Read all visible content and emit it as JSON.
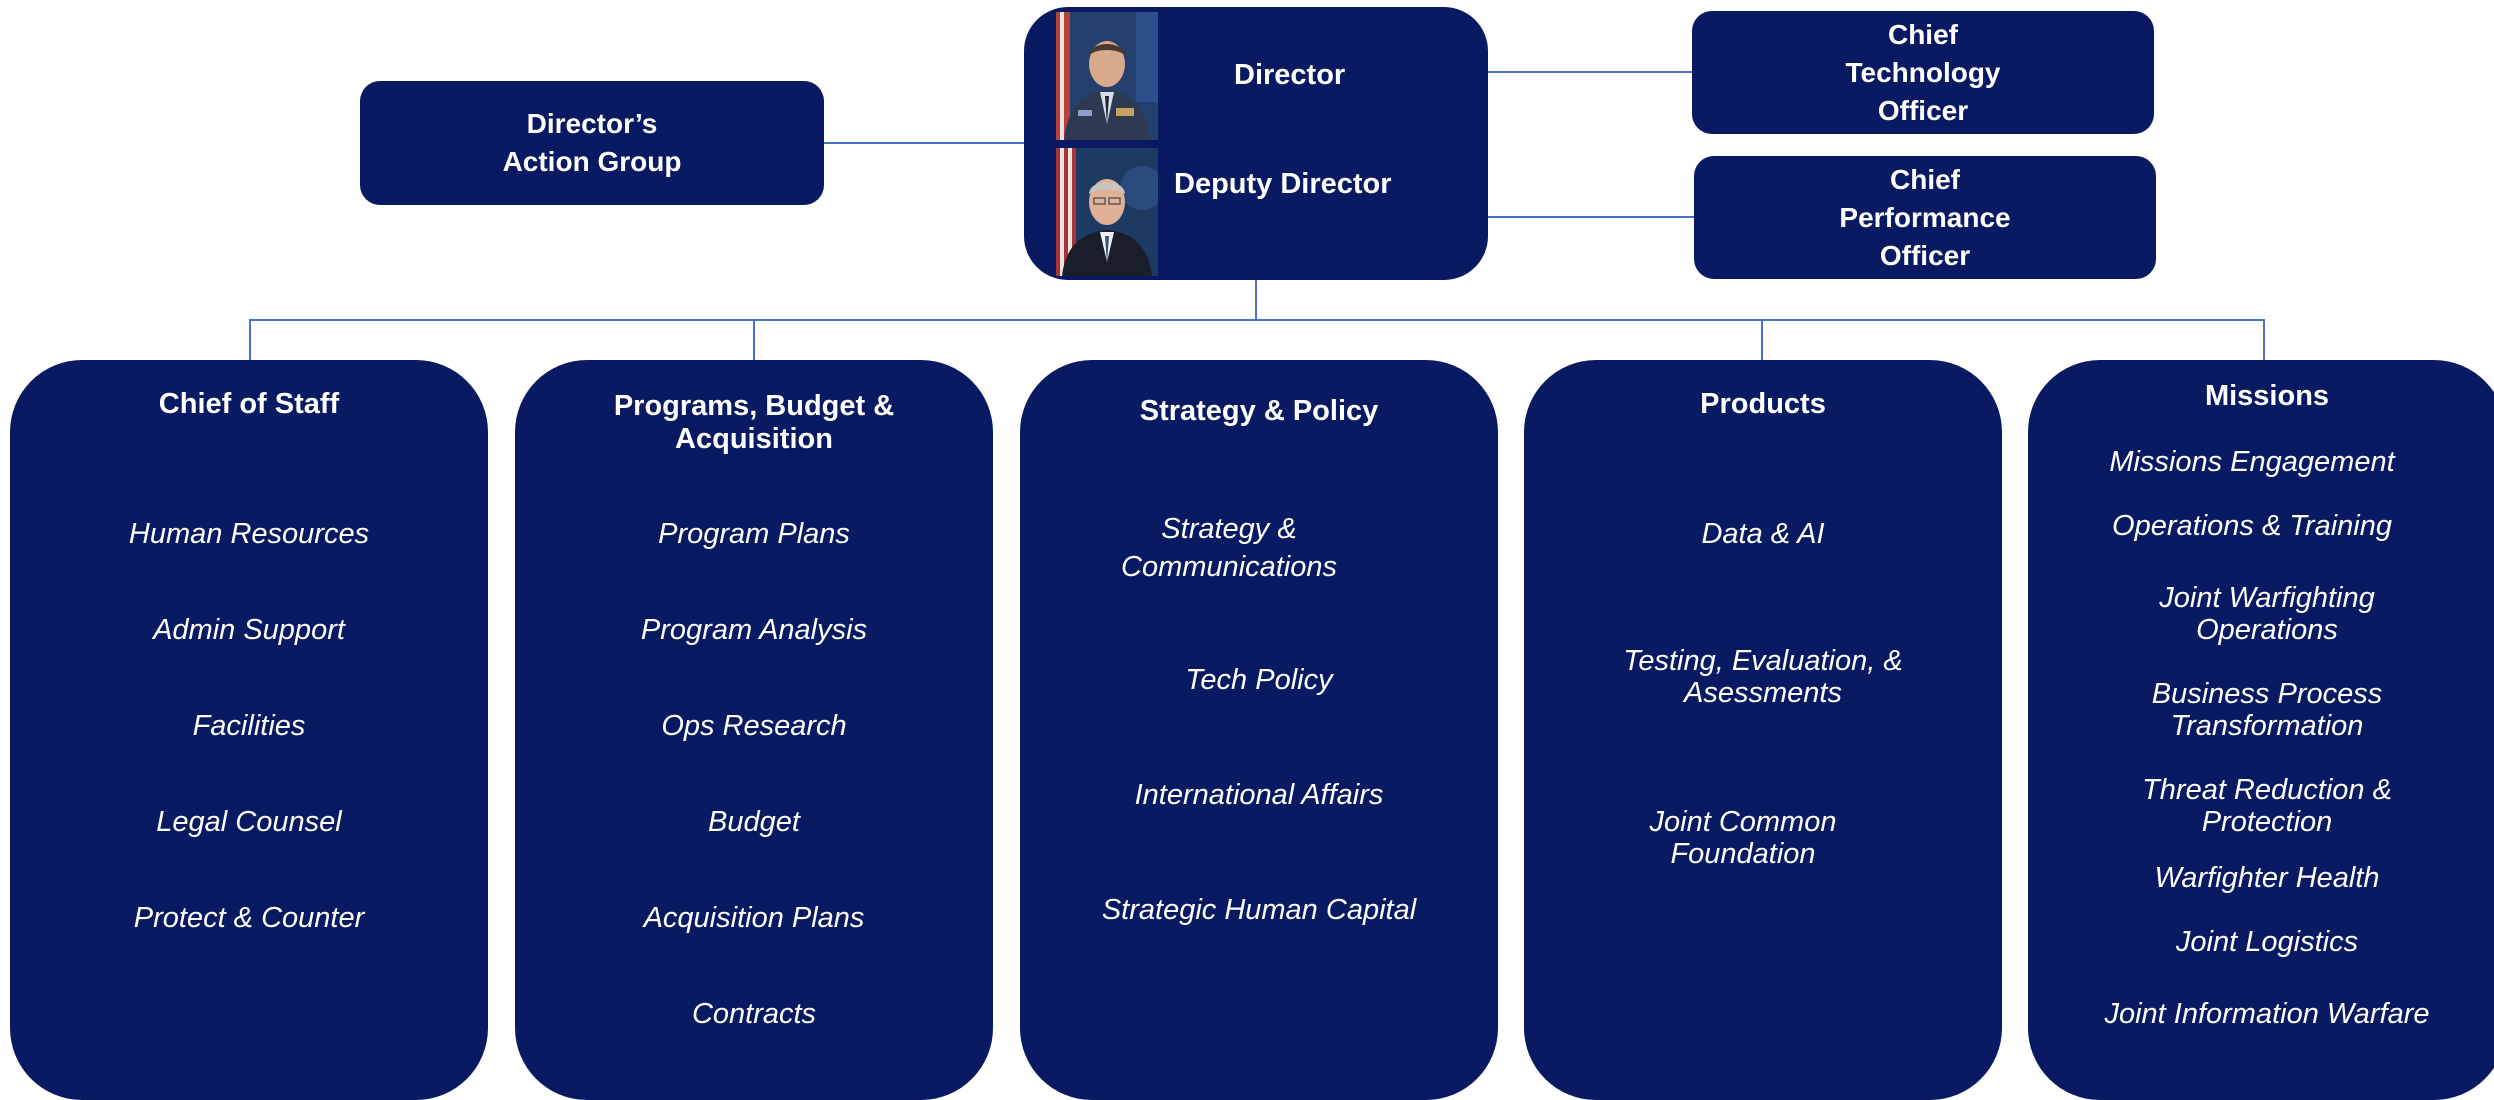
{
  "colors": {
    "box_fill": "#091a62",
    "connector": "#4a72c8",
    "text": "#ffffff"
  },
  "leadership": {
    "director_label": "Director",
    "deputy_label": "Deputy Director",
    "director_photo_icon": "director-portrait",
    "deputy_photo_icon": "deputy-director-portrait"
  },
  "staff_offices": {
    "action_group": "Director’s\nAction Group",
    "cto": "Chief\nTechnology\nOfficer",
    "cpo": "Chief\nPerformance\nOfficer"
  },
  "departments": [
    {
      "title": "Chief of Staff",
      "items": [
        "Human Resources",
        "Admin Support",
        "Facilities",
        "Legal Counsel",
        "Protect & Counter"
      ]
    },
    {
      "title": "Programs, Budget &\nAcquisition",
      "items": [
        "Program Plans",
        "Program Analysis",
        "Ops Research",
        "Budget",
        "Acquisition Plans",
        "Contracts"
      ]
    },
    {
      "title": "Strategy & Policy",
      "items": [
        "Strategy &\nCommunications",
        "Tech Policy",
        "International Affairs",
        "Strategic Human Capital"
      ]
    },
    {
      "title": "Products",
      "items": [
        "Data & AI",
        "Testing, Evaluation, &\nAsessments",
        "Joint Common\nFoundation"
      ]
    },
    {
      "title": "Missions",
      "items": [
        "Missions Engagement",
        "Operations & Training",
        "Joint Warfighting\nOperations",
        "Business Process\nTransformation",
        "Threat Reduction &\nProtection",
        "Warfighter Health",
        "Joint Logistics",
        "Joint Information Warfare"
      ]
    }
  ]
}
